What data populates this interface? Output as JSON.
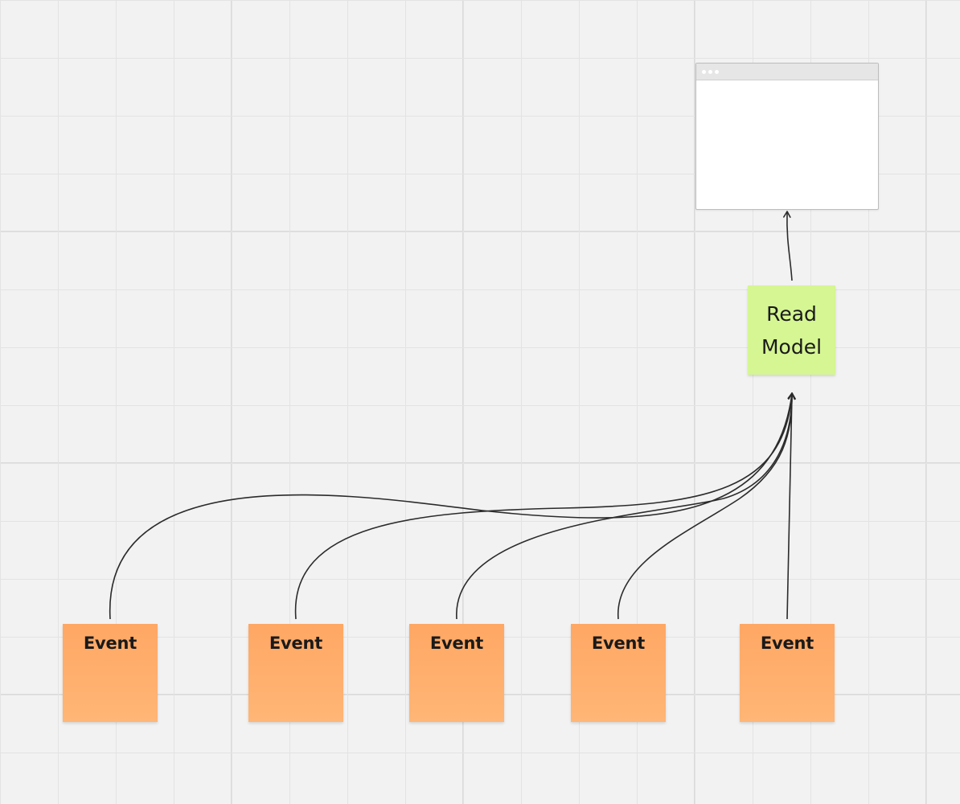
{
  "board": {
    "events": [
      {
        "label": "Event"
      },
      {
        "label": "Event"
      },
      {
        "label": "Event"
      },
      {
        "label": "Event"
      },
      {
        "label": "Event"
      }
    ],
    "read_model": {
      "line1": "Read",
      "line2": "Model"
    }
  },
  "colors": {
    "canvas_background": "#f2f2f2",
    "grid_line": "#e3e3e3",
    "event_sticky": "#ffac6b",
    "read_model_sticky": "#d5f692",
    "connector": "#2b2b2b",
    "browser_titlebar": "#e6e6e6"
  }
}
